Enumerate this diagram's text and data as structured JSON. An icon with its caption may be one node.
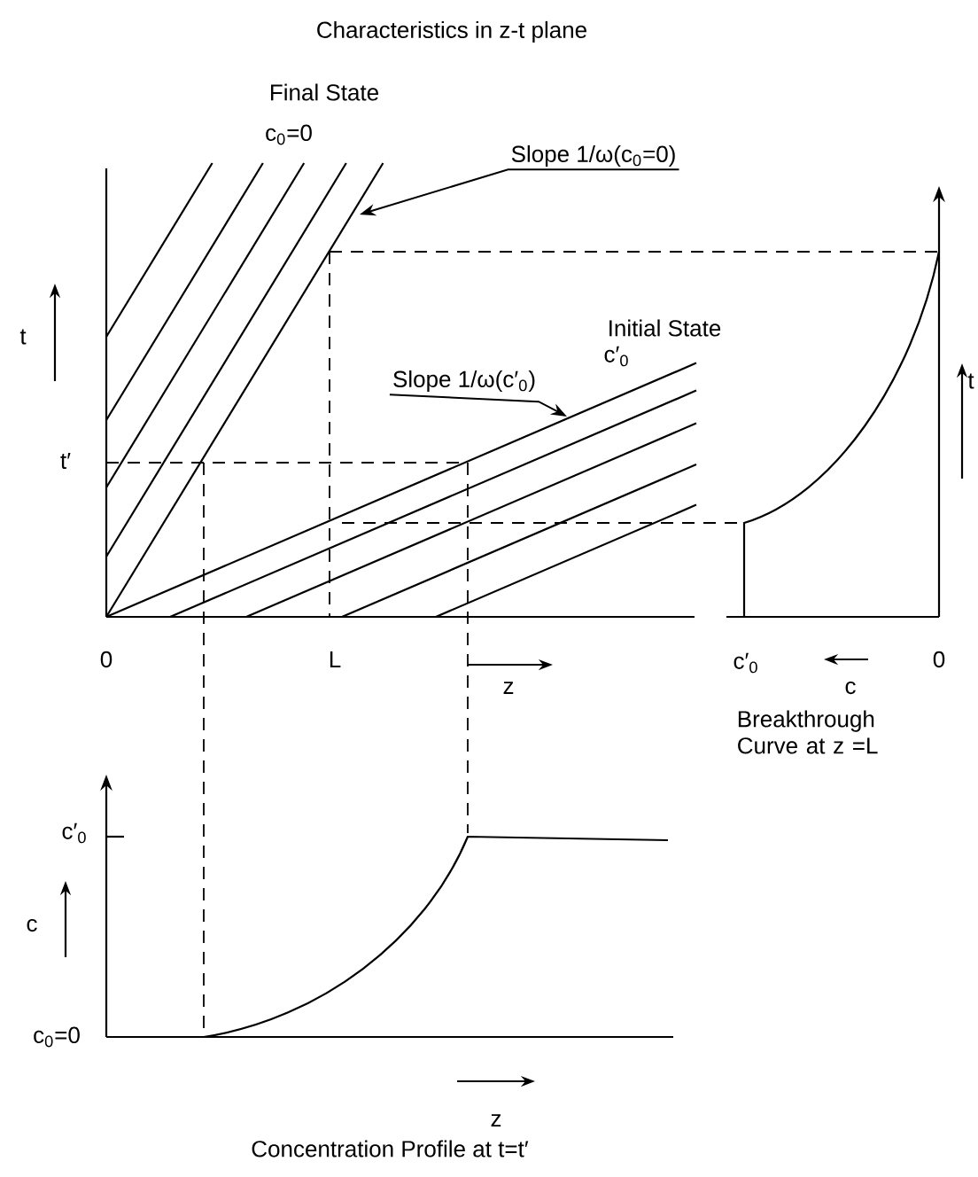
{
  "diagram": {
    "title": "Characteristics in z-t plane",
    "nodes": [
      {
        "text": [
          "Slope 1/ω(c$_{0}$=0)"
        ]
      },
      {
        "text": [
          "Slope 1/ω(c′$_{0}$)"
        ]
      }
    ],
    "edges": [
      {
        "from": 0,
        "to": null,
        "arrow": "to"
      },
      {
        "from": 1,
        "to": null,
        "arrow": "to"
      }
    ],
    "labels": [
      "Final State",
      "c$_{0}$=0",
      "Initial State",
      "c′$_{0}$",
      "t",
      "t′",
      "t",
      "0",
      "L",
      "z",
      "c′$_{0}$",
      "c",
      "0",
      "Breakthrough Curve at z =L",
      "c′$_{0}$",
      "c",
      "c$_{0}$=0",
      "z",
      "Concentration Profile at t=t′"
    ]
  }
}
